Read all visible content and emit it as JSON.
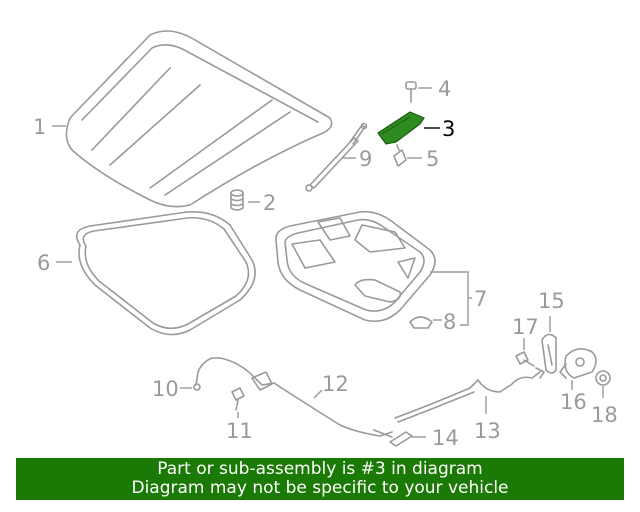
{
  "colors": {
    "line_art": "#9a9a9a",
    "highlight_part": "#2e8b1f",
    "highlight_text": "#000000",
    "banner_bg": "#1a7a05",
    "banner_text": "#ffffff"
  },
  "callouts": {
    "c1": "1",
    "c2": "2",
    "c3": "3",
    "c4": "4",
    "c5": "5",
    "c6": "6",
    "c7": "7",
    "c8": "8",
    "c9": "9",
    "c10": "10",
    "c11": "11",
    "c12": "12",
    "c13": "13",
    "c14": "14",
    "c15": "15",
    "c16": "16",
    "c17": "17",
    "c18": "18"
  },
  "highlighted_part": "3",
  "banner": {
    "line1": "Part or sub-assembly is #3 in diagram",
    "line2": "Diagram may not be specific to your vehicle"
  }
}
